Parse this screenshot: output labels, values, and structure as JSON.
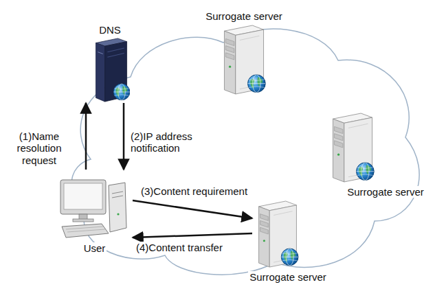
{
  "diagram": {
    "nodes": [
      {
        "text": [
          "Surrogate server"
        ]
      },
      {
        "text": [
          "DNS"
        ]
      },
      {
        "text": [
          "Surrogate server"
        ]
      },
      {
        "text": [
          "User"
        ]
      },
      {
        "text": [
          "Surrogate server"
        ]
      }
    ],
    "edges": [
      {
        "from": 3,
        "to": 1,
        "label": "(1)Name resolution request",
        "arrow": "to"
      },
      {
        "from": 1,
        "to": 3,
        "label": "(2)IP address notification",
        "arrow": "to"
      },
      {
        "from": 3,
        "to": 4,
        "label": "(3)Content requirement",
        "arrow": "to"
      },
      {
        "from": 4,
        "to": 3,
        "label": "(4)Content transfer",
        "arrow": "to"
      }
    ]
  }
}
